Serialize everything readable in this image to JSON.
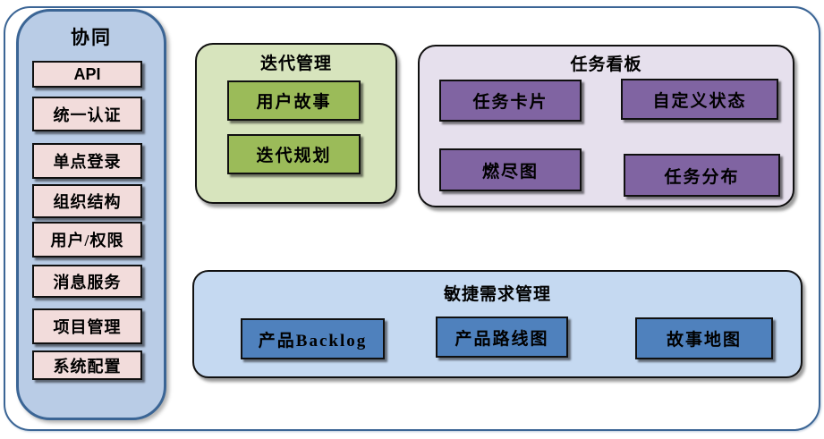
{
  "diagram": {
    "sidebar": {
      "title": "协同",
      "items": [
        "API",
        "统一认证",
        "单点登录",
        "组织结构",
        "用户/权限",
        "消息服务",
        "项目管理",
        "系统配置"
      ]
    },
    "panels": [
      {
        "title": "迭代管理",
        "items": [
          "用户故事",
          "迭代规划"
        ]
      },
      {
        "title": "任务看板",
        "items": [
          "任务卡片",
          "自定义状态",
          "燃尽图",
          "任务分布"
        ]
      },
      {
        "title": "敏捷需求管理",
        "items": [
          "产品Backlog",
          "产品路线图",
          "故事地图"
        ]
      }
    ],
    "colors": {
      "frame_border": "#3b6595",
      "sidebar_fill": "#b9cce6",
      "sidebar_item_fill": "#f2dcdb",
      "iteration_panel_fill": "#d7e4bd",
      "iteration_item_fill": "#9bbb59",
      "kanban_panel_fill": "#e6e0ed",
      "kanban_item_fill": "#8064a2",
      "agile_panel_fill": "#c5d9f1",
      "agile_item_fill": "#4f81bd",
      "box_border": "#101010",
      "text": "#000000"
    }
  }
}
